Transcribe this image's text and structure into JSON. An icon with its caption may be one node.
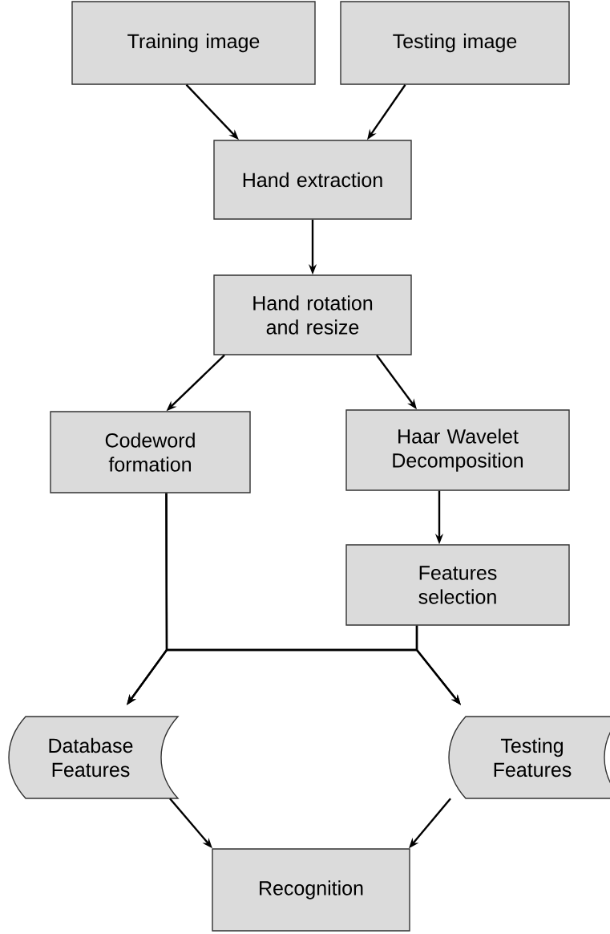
{
  "diagram": {
    "nodes": [
      {
        "text": [
          "Training image"
        ]
      },
      {
        "text": [
          "Testing image"
        ]
      },
      {
        "text": [
          "Hand extraction"
        ]
      },
      {
        "text": [
          "Hand rotation and resize"
        ]
      },
      {
        "text": [
          "Codeword formation"
        ]
      },
      {
        "text": [
          "Haar Wavelet Decomposition"
        ]
      },
      {
        "text": [
          "Features selection"
        ]
      },
      {
        "text": [
          "Database Features"
        ]
      },
      {
        "text": [
          "Testing Features"
        ]
      },
      {
        "text": [
          "Recognition"
        ]
      }
    ],
    "edges": [
      {
        "from": 0,
        "to": 2,
        "arrow": "to"
      },
      {
        "from": 1,
        "to": 2,
        "arrow": "to"
      },
      {
        "from": 2,
        "to": 3,
        "arrow": "to"
      },
      {
        "from": 3,
        "to": 4,
        "arrow": "to"
      },
      {
        "from": 3,
        "to": 5,
        "arrow": "to"
      },
      {
        "from": 5,
        "to": 6,
        "arrow": "to"
      },
      {
        "from": 4,
        "to": 7,
        "arrow": "to"
      },
      {
        "from": 4,
        "to": 8,
        "arrow": "to"
      },
      {
        "from": 6,
        "to": 7,
        "arrow": "to"
      },
      {
        "from": 6,
        "to": 8,
        "arrow": "to"
      },
      {
        "from": 7,
        "to": 9,
        "arrow": "to"
      },
      {
        "from": 8,
        "to": 9,
        "arrow": "to"
      }
    ]
  }
}
